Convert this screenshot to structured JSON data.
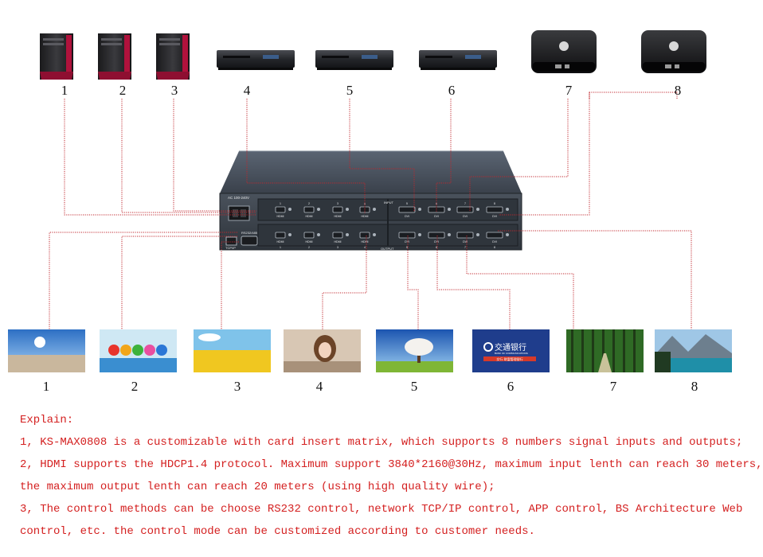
{
  "diagram": {
    "input_devices": [
      {
        "label": "1",
        "kind": "pc-tower-icon"
      },
      {
        "label": "2",
        "kind": "pc-tower-icon"
      },
      {
        "label": "3",
        "kind": "pc-tower-icon"
      },
      {
        "label": "4",
        "kind": "dvd-player-icon"
      },
      {
        "label": "5",
        "kind": "dvd-player-icon"
      },
      {
        "label": "6",
        "kind": "dvd-player-icon"
      },
      {
        "label": "7",
        "kind": "android-tv-box-icon"
      },
      {
        "label": "8",
        "kind": "android-tv-box-icon"
      }
    ],
    "outputs": [
      {
        "label": "1",
        "scene": "desert-sun"
      },
      {
        "label": "2",
        "scene": "summer-splash"
      },
      {
        "label": "3",
        "scene": "yellow-field"
      },
      {
        "label": "4",
        "scene": "portrait-girl"
      },
      {
        "label": "5",
        "scene": "blossom-tree"
      },
      {
        "label": "6",
        "scene": "bank-logo",
        "text_cn": "交通银行",
        "text_en": "BANK OF COMMUNICATIONS",
        "text_sub": "交行 财富管理银行"
      },
      {
        "label": "7",
        "scene": "forest-path"
      },
      {
        "label": "8",
        "scene": "mountain-lake"
      }
    ],
    "matrix": {
      "power_label": "AC 100-240V",
      "section_input": "INPUT",
      "section_output": "OUTPUT",
      "port_labels": [
        "HDMI",
        "HDMI",
        "HDMI",
        "HDMI",
        "DVI",
        "DVI",
        "DVI",
        "DVI"
      ],
      "rs232_label": "RS232/485",
      "tcpip_label": "TCP/IP",
      "slot_numbers": [
        "1",
        "2",
        "3",
        "4",
        "5",
        "6",
        "7",
        "8"
      ]
    },
    "colors": {
      "wire": "#c0262c",
      "text_red": "#d42020",
      "device_body": "#2a2c30",
      "case_front": "#3d434b"
    }
  },
  "explain": {
    "heading": "Explain:",
    "lines": [
      "1, KS-MAX0808 is a customizable with card insert matrix, which supports 8 numbers signal inputs and outputs;",
      "2, HDMI supports the HDCP1.4 protocol. Maximum support 3840*2160@30Hz, maximum input lenth can reach 30 meters,",
      "the maximum output lenth can reach 20 meters (using high quality wire);",
      "3, The control methods can be choose RS232 control, network TCP/IP control, APP control, BS Architecture Web",
      "control, etc. the control mode can be customized according to customer needs."
    ]
  }
}
